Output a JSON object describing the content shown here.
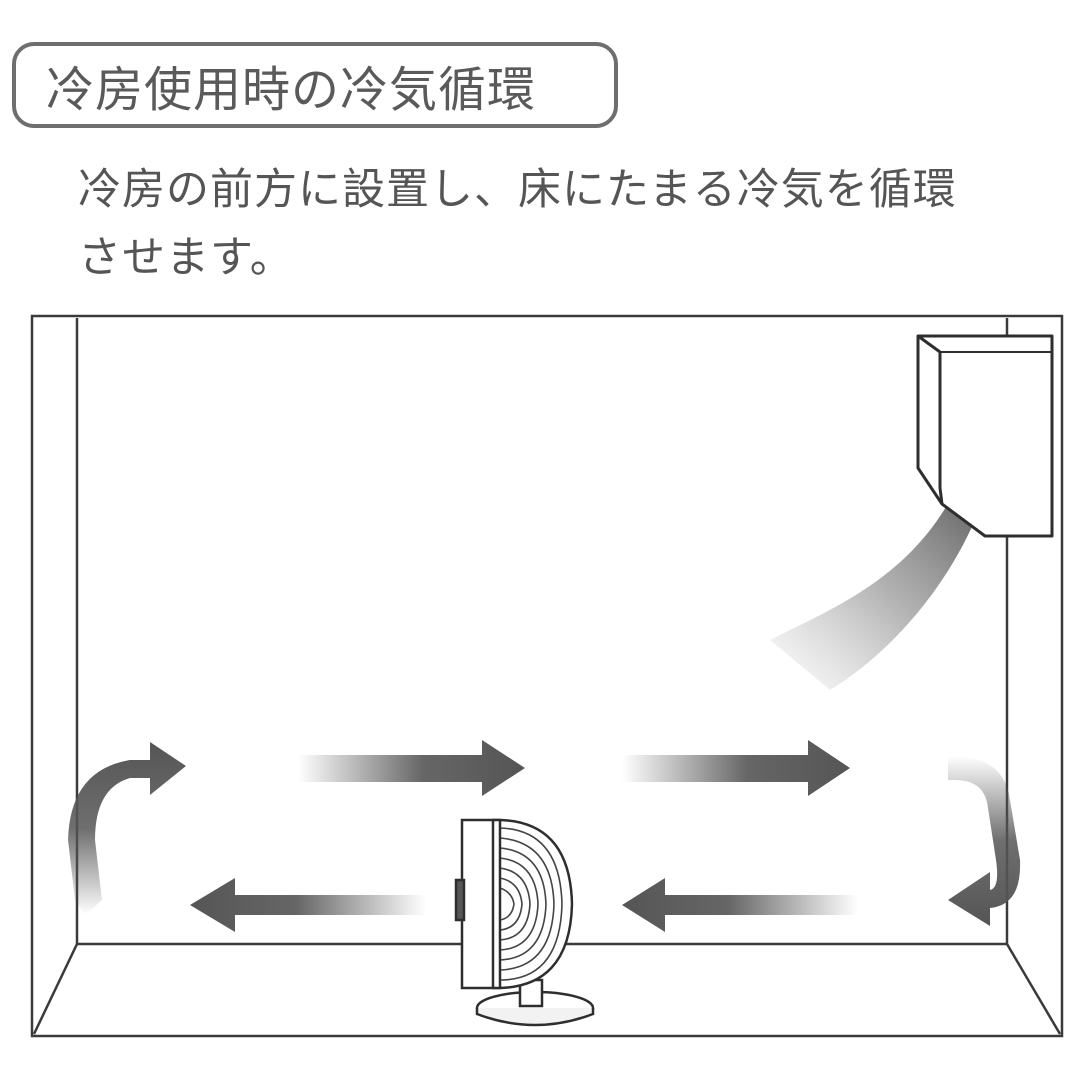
{
  "title": "冷房使用時の冷気循環",
  "description": {
    "line1": "冷房の前方に設置し、床にたまる冷気を循環",
    "line2": "させます。"
  },
  "colors": {
    "line": "#3a3a3a",
    "arrow": "#555555",
    "title_border": "#6e6e6e",
    "text": "#555555"
  },
  "icons": [
    "air-conditioner-icon",
    "circulator-fan-icon",
    "airflow-arrow-icon"
  ]
}
